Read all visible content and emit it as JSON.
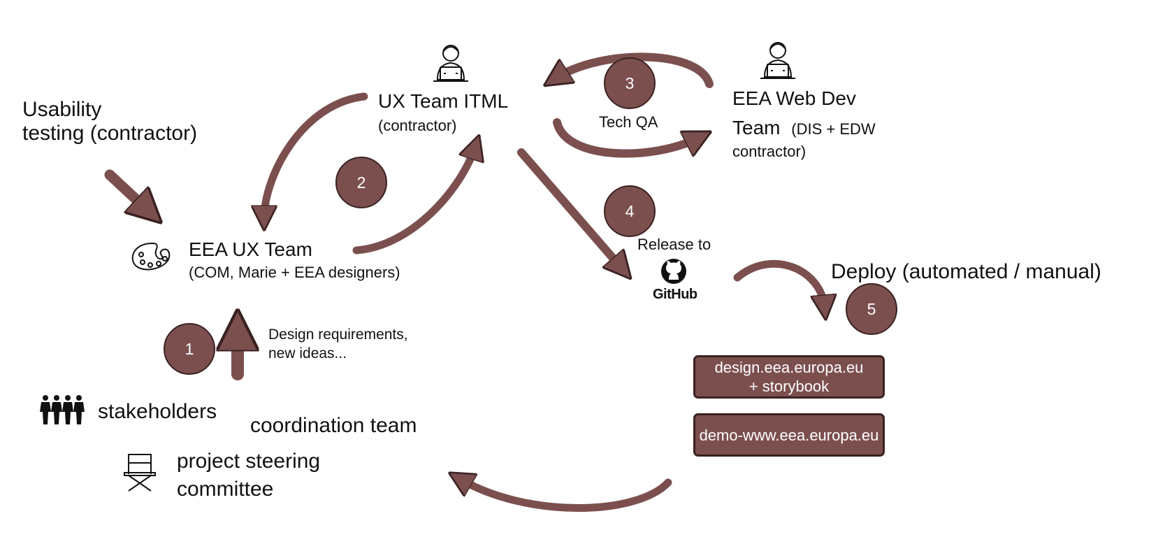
{
  "usability": {
    "line1": "Usability",
    "line2": "testing (contractor)"
  },
  "ux_itml": {
    "title": "UX Team ITML",
    "subtitle": "(contractor)"
  },
  "web_dev": {
    "line1": "EEA Web Dev",
    "line2": "Team",
    "line2_note": "(DIS + EDW",
    "line3": "contractor)"
  },
  "tech_qa": "Tech QA",
  "eea_ux": {
    "title": "EEA UX Team",
    "subtitle": "(COM, Marie + EEA designers)"
  },
  "release": {
    "label": "Release to",
    "github_logo": "GitHub"
  },
  "deploy": "Deploy (automated / manual)",
  "design_requirements": {
    "line1": "Design requirements,",
    "line2": "new ideas..."
  },
  "stakeholders": "stakeholders",
  "coordination_team": "coordination team",
  "steering": {
    "line1": "project steering",
    "line2": "committee"
  },
  "sites": {
    "design_line1": "design.eea.europa.eu",
    "design_line2": "+ storybook",
    "demo": "demo-www.eea.europa.eu"
  },
  "steps": [
    "1",
    "2",
    "3",
    "4",
    "5"
  ],
  "colors": {
    "accent": "#7c4f4f",
    "outline": "#3b2222"
  },
  "icons": {
    "developer": "developer-laptop-icon",
    "palette": "palette-icon",
    "people": "people-group-icon",
    "chair": "director-chair-icon",
    "github": "github-octocat-icon"
  }
}
